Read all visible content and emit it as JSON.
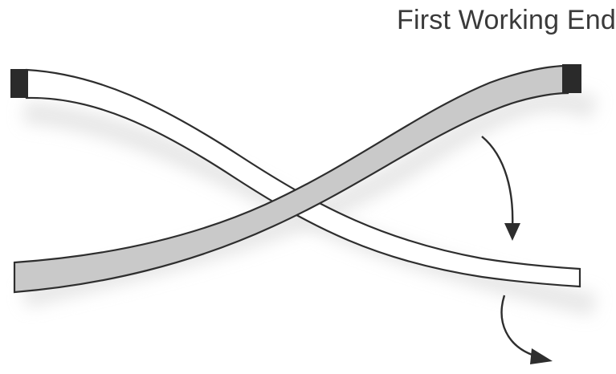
{
  "diagram": {
    "label": "First Working End",
    "colors": {
      "outline": "#2e2e2e",
      "shaded_band": "#c9c9c9",
      "white_band": "#ffffff",
      "end_cap": "#2a2a2a",
      "shadow": "#d8d8d8",
      "arrow": "#2e2e2e"
    },
    "icons": [
      "curved-arrow-down",
      "curved-arrow-right"
    ]
  }
}
